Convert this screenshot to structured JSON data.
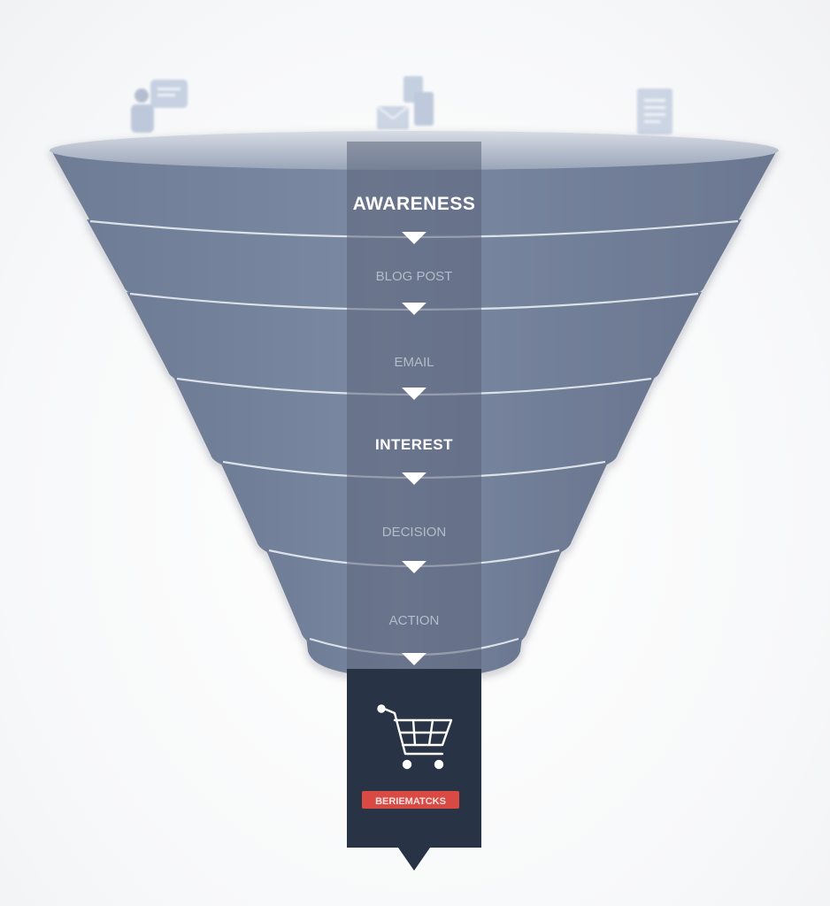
{
  "funnel": {
    "stages": [
      {
        "label": "AWARENESS",
        "emphasis": "strong"
      },
      {
        "label": "BLOG POST",
        "emphasis": "faint"
      },
      {
        "label": "EMAIL",
        "emphasis": "faint"
      },
      {
        "label": "INTEREST",
        "emphasis": "strong"
      },
      {
        "label": "DECISION",
        "emphasis": "faint"
      },
      {
        "label": "ACTION",
        "emphasis": "faint"
      }
    ],
    "top_icons": [
      "chat-person-icon",
      "mail-document-icon",
      "document-icon"
    ],
    "bottom": {
      "icon": "shopping-cart-icon",
      "badge_label": "BERIEMATCKS"
    }
  },
  "colors": {
    "funnel_fill": "#7886a0",
    "funnel_dark": "#5f6b82",
    "rim": "#c4cbd7",
    "center_band": "#5b657a",
    "bottom_panel": "#293346",
    "badge": "#d94a45",
    "label_strong": "#ffffff",
    "label_faint": "#b3bccb"
  }
}
